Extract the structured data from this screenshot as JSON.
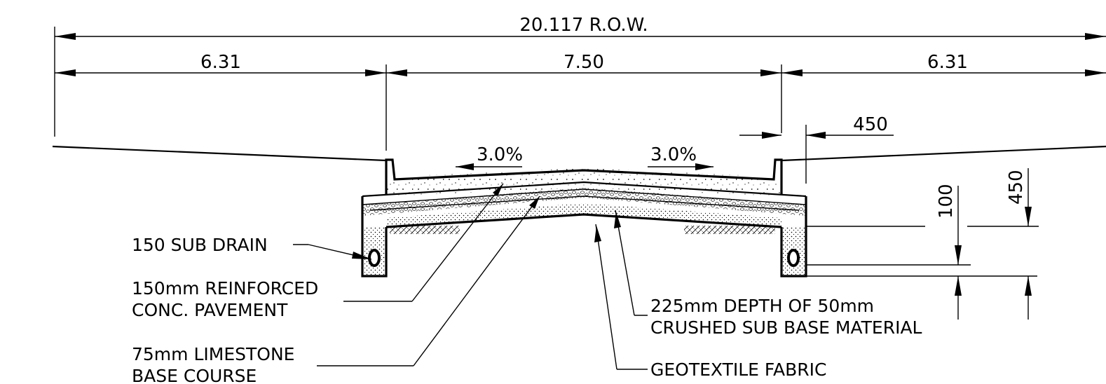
{
  "dimensions": {
    "row_total": "20.117 R.O.W.",
    "left_width": "6.31",
    "center_width": "7.50",
    "right_width": "6.31",
    "curb_offset": "450",
    "depth_100": "100",
    "depth_450": "450"
  },
  "slopes": {
    "left": "3.0%",
    "right": "3.0%"
  },
  "labels": {
    "sub_drain": "150 SUB DRAIN",
    "pavement_line1": "150mm REINFORCED",
    "pavement_line2": "CONC. PAVEMENT",
    "base_line1": "75mm LIMESTONE",
    "base_line2": "BASE COURSE",
    "subbase_line1": "225mm DEPTH OF 50mm",
    "subbase_line2": "CRUSHED SUB BASE MATERIAL",
    "geotextile": "GEOTEXTILE FABRIC"
  }
}
